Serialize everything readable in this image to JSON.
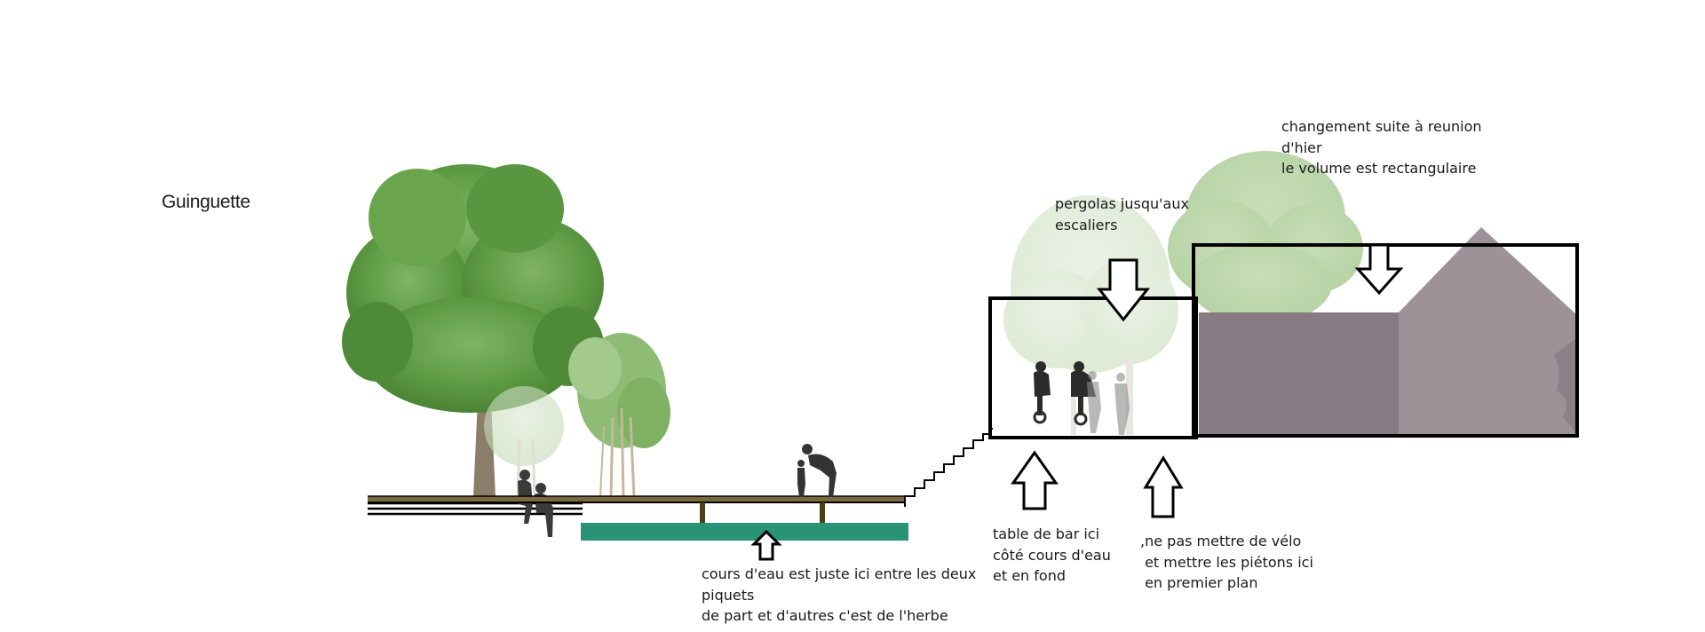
{
  "title": "Guinguette",
  "annotations": {
    "changement": [
      "changement suite à reunion",
      "d'hier",
      "le volume est rectangulaire"
    ],
    "pergolas": [
      "pergolas jusqu'aux",
      "escaliers"
    ],
    "table_bar": [
      "table de bar ici",
      "côté cours d'eau",
      "et en fond"
    ],
    "velo": [
      ",ne pas mettre de vélo",
      " et mettre les piétons ici",
      " en premier plan"
    ],
    "cours_eau": [
      "cours d'eau est juste ici entre les deux",
      "piquets",
      "de part et d'autres c'est de l'herbe"
    ]
  },
  "colors": {
    "water": "#1f8a6c",
    "deck": "#7a6a3e",
    "tree": "#5e9a43",
    "tree_faded": "#c9dcbc",
    "building_dark": "#877a82",
    "building_light": "#9e9298",
    "outline": "#000000"
  }
}
